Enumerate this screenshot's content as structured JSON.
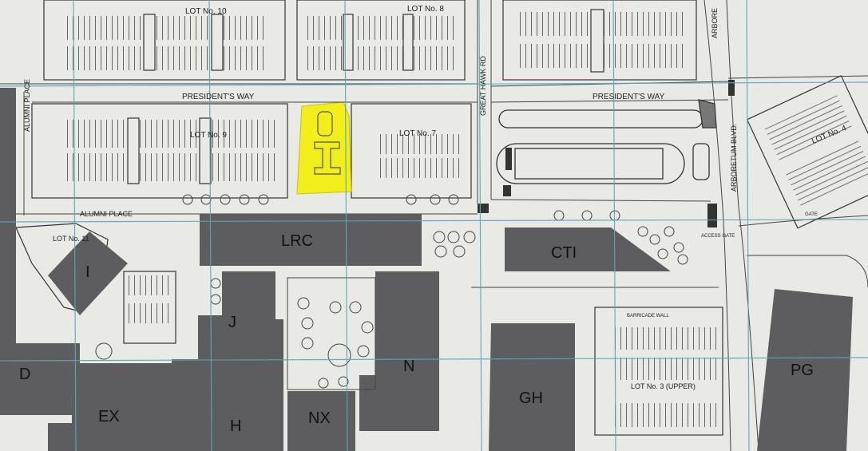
{
  "map": {
    "lots": {
      "lot10": "LOT No. 10",
      "lot8": "LOT No. 8",
      "lot9": "LOT No. 9",
      "lot7": "LOT No. 7",
      "lot4": "LOT No. 4",
      "lot11": "LOT No. 11",
      "lot3": "LOT No. 3 (UPPER)"
    },
    "streets": {
      "presidents_way_west": "PRESIDENT'S WAY",
      "presidents_way_east": "PRESIDENT'S WAY",
      "alumni_place_vertical": "ALUMNI PLACE",
      "alumni_place": "ALUMNI PLACE",
      "great_hawk_rd": "GREAT HAWK RD",
      "arboretum_blvd": "ARBORETUM BLVD.",
      "arbor_top": "ARBORE"
    },
    "buildings": {
      "lrc": "LRC",
      "cti": "CTI",
      "i": "I",
      "j": "J",
      "n": "N",
      "d": "D",
      "ex": "EX",
      "h": "H",
      "nx": "NX",
      "gh": "GH",
      "pg": "PG"
    },
    "notes": {
      "gate": "GATE",
      "access_gate": "ACCESS GATE",
      "barricade_wall": "BARRICADE WALL"
    },
    "colors": {
      "paper": "#e9e9e6",
      "building": "#5d5c5f",
      "highlight": "#f2ee1c",
      "grid": "#5aa8b4",
      "linework": "#333333"
    }
  }
}
